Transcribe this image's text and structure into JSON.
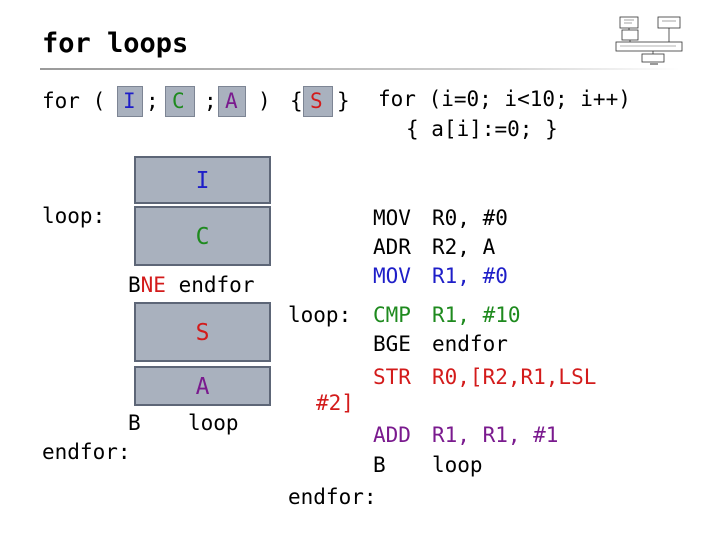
{
  "title": "for loops",
  "syntax": {
    "prefix": "for (",
    "init": "I",
    "sep1": ";",
    "cond": "C",
    "sep2": ";",
    "step": "A",
    "close": ")",
    "open_brace": "{",
    "body": "S",
    "close_brace": "}"
  },
  "example": {
    "line1": "for (i=0; i<10; i++)",
    "line2": "{ a[i]:=0; }"
  },
  "flow": {
    "init_box": "I",
    "loop_label": "loop:",
    "cond_box": "C",
    "bne_prefix": "B",
    "bne_suffix": "NE",
    "bne_target": "endfor",
    "body_box": "S",
    "step_box": "A",
    "b_instr": "B",
    "b_target": "loop",
    "end_label": "endfor:"
  },
  "asm": {
    "ops": [
      "MOV",
      "ADR",
      "MOV",
      "CMP",
      "BGE",
      "STR"
    ],
    "args": [
      "R0, #0",
      "R2, A",
      "R1, #0",
      "R1, #10",
      "endfor",
      "R0,[R2,R1,LSL"
    ],
    "loop_label": "loop:",
    "note": "#2]",
    "add_op": "ADD",
    "add_args": "R1, R1, #1",
    "b_op": "B",
    "b_args": "loop",
    "end_label": "endfor:"
  },
  "colors": {
    "blue": "#1e1ec8",
    "red": "#d31b1b",
    "purple": "#7a1a8e",
    "green": "#1e8a1e",
    "box_fill": "#a9b1be"
  }
}
